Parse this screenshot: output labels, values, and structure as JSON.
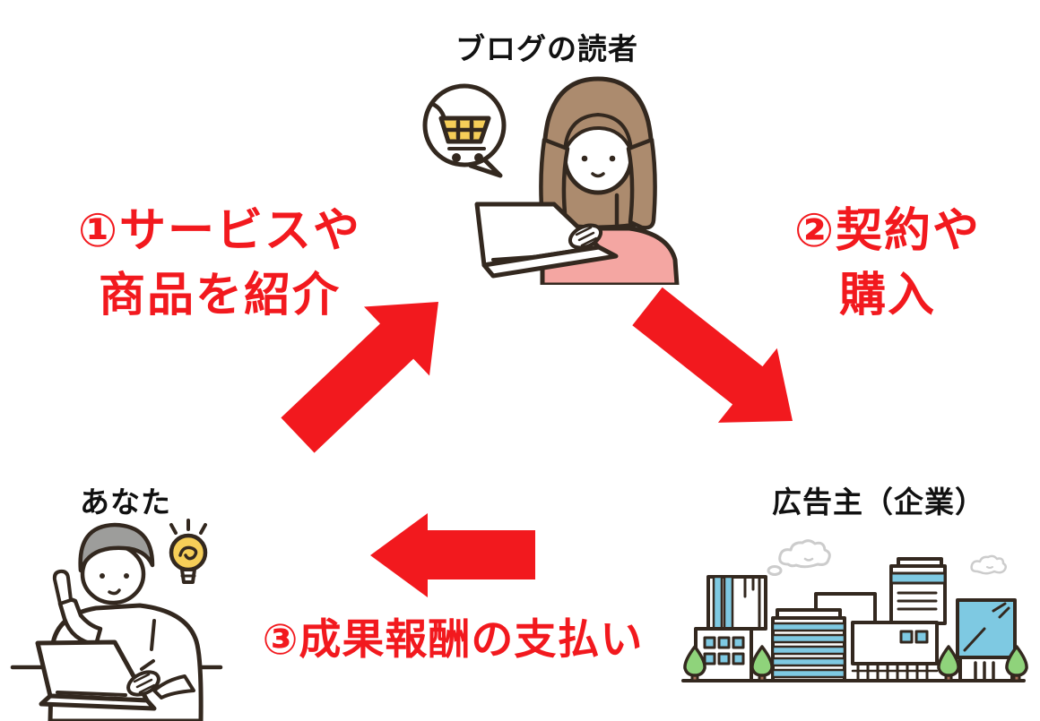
{
  "diagram": {
    "type": "cycle-diagram",
    "language": "ja",
    "background": "#ffffff"
  },
  "colors": {
    "red": "#F2191E",
    "ink": "#111111",
    "outline": "#33281F",
    "pink": "#F4A6A2",
    "hair-brown": "#AC8B6E",
    "hair-gray": "#9D9D9B",
    "yellow": "#F6CE58",
    "blue": "#7EC9E2",
    "green": "#8FD37B",
    "trunk": "#A9705A",
    "cloud": "#CCCCCC"
  },
  "actors": {
    "reader": {
      "label": "ブログの読者",
      "illustration": "woman-at-laptop-with-shopping-cart-speech-bubble",
      "position": "top-center"
    },
    "you": {
      "label": "あなた",
      "illustration": "man-at-laptop-with-idea-lightbulb",
      "position": "bottom-left"
    },
    "advertiser": {
      "label": "広告主（企業）",
      "illustration": "city-buildings-with-trees-and-clouds",
      "position": "bottom-right"
    }
  },
  "steps": {
    "step1": {
      "line1": "①サービスや",
      "line2": "商品を紹介",
      "arrow": "up-right-arrow"
    },
    "step2": {
      "line1": "②契約や",
      "line2": "購入",
      "arrow": "down-right-arrow"
    },
    "step3": {
      "label": "③成果報酬の支払い",
      "arrow": "left-arrow"
    }
  }
}
